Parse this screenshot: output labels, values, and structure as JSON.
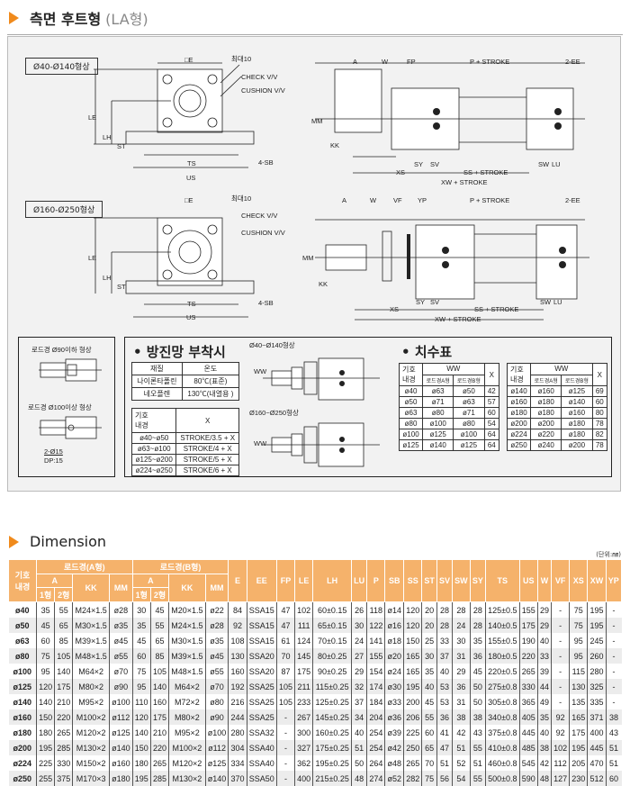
{
  "section1": {
    "title": "측면 후트형",
    "subtitle": "(LA형)"
  },
  "drawing1": {
    "tag": "Ø40-Ø140형상",
    "labels": {
      "de": "□E",
      "max10": "최대10",
      "check": "CHECK V/V",
      "cushion": "CUSHION V/V",
      "le": "LE",
      "lh": "LH",
      "st": "ST",
      "ts": "TS",
      "us": "US",
      "sb": "4-SB"
    },
    "side": {
      "a": "A",
      "w": "W",
      "fp": "FP",
      "p": "P + STROKE",
      "ee": "2-EE",
      "mm": "MM",
      "kk": "KK",
      "sy": "SY",
      "sv": "SV",
      "sw": "SW",
      "lu": "LU",
      "xs": "XS",
      "ss": "SS + STROKE",
      "xw": "XW + STROKE"
    }
  },
  "drawing2": {
    "tag": "Ø160-Ø250형상",
    "labels": {
      "de": "□E",
      "max10": "최대10",
      "check": "CHECK V/V",
      "cushion": "CUSHION V/V",
      "le": "LE",
      "lh": "LH",
      "st": "ST",
      "ts": "TS",
      "us": "US",
      "sb": "4-SB"
    },
    "side": {
      "a": "A",
      "w": "W",
      "vf": "VF",
      "yp": "YP",
      "p": "P + STROKE",
      "ee": "2-EE",
      "mm": "MM",
      "kk": "KK",
      "sy": "SY",
      "sv": "SV",
      "sw": "SW",
      "lu": "LU",
      "xs": "XS",
      "ss": "SS + STROKE",
      "xw": "XW + STROKE"
    }
  },
  "rodends": {
    "top": "로드경 Ø90이하 형상",
    "bottom": "로드경 Ø100이상 형상",
    "hole": "2-Ø15",
    "dp": "DP:15"
  },
  "boot": {
    "title": "• 방진망 부착시",
    "material_header": [
      "재질",
      "온도"
    ],
    "materials": [
      [
        "나이론타폴린",
        "80℃(표준)"
      ],
      [
        "네오플렌",
        "130℃(내열용 )"
      ]
    ],
    "x_header": {
      "symbol": "기호",
      "bore": "내경",
      "x": "X"
    },
    "x_rows": [
      [
        "ø40~ø50",
        "STROKE/3.5 + X"
      ],
      [
        "ø63~ø100",
        "STROKE/4 + X"
      ],
      [
        "ø125~ø200",
        "STROKE/5 + X"
      ],
      [
        "ø224~ø250",
        "STROKE/6 + X"
      ]
    ],
    "fig1": "Ø40~Ø140형상",
    "fig2": "Ø160~Ø250형상",
    "ww": "WW",
    "x": "X"
  },
  "sizes": {
    "title": "• 치수표",
    "header": {
      "symbol": "기호",
      "bore": "내경",
      "ww": "WW",
      "a": "로드경A형",
      "b": "로드경B형",
      "x": "X"
    },
    "left": [
      [
        "ø40",
        "ø63",
        "ø50",
        "42"
      ],
      [
        "ø50",
        "ø71",
        "ø63",
        "57"
      ],
      [
        "ø63",
        "ø80",
        "ø71",
        "60"
      ],
      [
        "ø80",
        "ø100",
        "ø80",
        "54"
      ],
      [
        "ø100",
        "ø125",
        "ø100",
        "64"
      ],
      [
        "ø125",
        "ø140",
        "ø125",
        "64"
      ]
    ],
    "right": [
      [
        "ø140",
        "ø160",
        "ø125",
        "69"
      ],
      [
        "ø160",
        "ø180",
        "ø140",
        "60"
      ],
      [
        "ø180",
        "ø180",
        "ø160",
        "80"
      ],
      [
        "ø200",
        "ø200",
        "ø180",
        "78"
      ],
      [
        "ø224",
        "ø220",
        "ø180",
        "82"
      ],
      [
        "ø250",
        "ø240",
        "ø200",
        "78"
      ]
    ]
  },
  "section2": {
    "title": "Dimension",
    "unit": "(단위:㎜)"
  },
  "dimension": {
    "corner": {
      "symbol": "기호",
      "bore": "내경"
    },
    "groupA": "로드경(A형)",
    "groupB": "로드경(B형)",
    "sub": {
      "a": "A",
      "t1": "1형",
      "t2": "2형",
      "kk": "KK",
      "mm": "MM"
    },
    "cols": [
      "E",
      "EE",
      "FP",
      "LE",
      "LH",
      "LU",
      "P",
      "SB",
      "SS",
      "ST",
      "SV",
      "SW",
      "SY",
      "TS",
      "US",
      "W",
      "VF",
      "XS",
      "XW",
      "YP"
    ],
    "rows": [
      [
        "ø40",
        "35",
        "55",
        "M24×1.5",
        "ø28",
        "30",
        "45",
        "M20×1.5",
        "ø22",
        "84",
        "SSA15",
        "47",
        "102",
        "60±0.15",
        "26",
        "118",
        "ø14",
        "120",
        "20",
        "28",
        "28",
        "28",
        "125±0.5",
        "155",
        "29",
        "-",
        "75",
        "195",
        "-"
      ],
      [
        "ø50",
        "45",
        "65",
        "M30×1.5",
        "ø35",
        "35",
        "55",
        "M24×1.5",
        "ø28",
        "92",
        "SSA15",
        "47",
        "111",
        "65±0.15",
        "30",
        "122",
        "ø16",
        "120",
        "20",
        "28",
        "24",
        "28",
        "140±0.5",
        "175",
        "29",
        "-",
        "75",
        "195",
        "-"
      ],
      [
        "ø63",
        "60",
        "85",
        "M39×1.5",
        "ø45",
        "45",
        "65",
        "M30×1.5",
        "ø35",
        "108",
        "SSA15",
        "61",
        "124",
        "70±0.15",
        "24",
        "141",
        "ø18",
        "150",
        "25",
        "33",
        "30",
        "35",
        "155±0.5",
        "190",
        "40",
        "-",
        "95",
        "245",
        "-"
      ],
      [
        "ø80",
        "75",
        "105",
        "M48×1.5",
        "ø55",
        "60",
        "85",
        "M39×1.5",
        "ø45",
        "130",
        "SSA20",
        "70",
        "145",
        "80±0.25",
        "27",
        "155",
        "ø20",
        "165",
        "30",
        "37",
        "31",
        "36",
        "180±0.5",
        "220",
        "33",
        "-",
        "95",
        "260",
        "-"
      ],
      [
        "ø100",
        "95",
        "140",
        "M64×2",
        "ø70",
        "75",
        "105",
        "M48×1.5",
        "ø55",
        "160",
        "SSA20",
        "87",
        "175",
        "90±0.25",
        "29",
        "154",
        "ø24",
        "165",
        "35",
        "40",
        "29",
        "45",
        "220±0.5",
        "265",
        "39",
        "-",
        "115",
        "280",
        "-"
      ],
      [
        "ø125",
        "120",
        "175",
        "M80×2",
        "ø90",
        "95",
        "140",
        "M64×2",
        "ø70",
        "192",
        "SSA25",
        "105",
        "211",
        "115±0.25",
        "32",
        "174",
        "ø30",
        "195",
        "40",
        "53",
        "36",
        "50",
        "275±0.8",
        "330",
        "44",
        "-",
        "130",
        "325",
        "-"
      ],
      [
        "ø140",
        "140",
        "210",
        "M95×2",
        "ø100",
        "110",
        "160",
        "M72×2",
        "ø80",
        "216",
        "SSA25",
        "105",
        "233",
        "125±0.25",
        "37",
        "184",
        "ø33",
        "200",
        "45",
        "53",
        "31",
        "50",
        "305±0.8",
        "365",
        "49",
        "-",
        "135",
        "335",
        "-"
      ],
      [
        "ø160",
        "150",
        "220",
        "M100×2",
        "ø112",
        "120",
        "175",
        "M80×2",
        "ø90",
        "244",
        "SSA25",
        "-",
        "267",
        "145±0.25",
        "34",
        "204",
        "ø36",
        "206",
        "55",
        "36",
        "38",
        "38",
        "340±0.8",
        "405",
        "35",
        "92",
        "165",
        "371",
        "38"
      ],
      [
        "ø180",
        "180",
        "265",
        "M120×2",
        "ø125",
        "140",
        "210",
        "M95×2",
        "ø100",
        "280",
        "SSA32",
        "-",
        "300",
        "160±0.25",
        "40",
        "254",
        "ø39",
        "225",
        "60",
        "41",
        "42",
        "43",
        "375±0.8",
        "445",
        "40",
        "92",
        "175",
        "400",
        "43"
      ],
      [
        "ø200",
        "195",
        "285",
        "M130×2",
        "ø140",
        "150",
        "220",
        "M100×2",
        "ø112",
        "304",
        "SSA40",
        "-",
        "327",
        "175±0.25",
        "51",
        "254",
        "ø42",
        "250",
        "65",
        "47",
        "51",
        "55",
        "410±0.8",
        "485",
        "38",
        "102",
        "195",
        "445",
        "51"
      ],
      [
        "ø224",
        "225",
        "330",
        "M150×2",
        "ø160",
        "180",
        "265",
        "M120×2",
        "ø125",
        "334",
        "SSA40",
        "-",
        "362",
        "195±0.25",
        "50",
        "264",
        "ø48",
        "265",
        "70",
        "51",
        "52",
        "51",
        "460±0.8",
        "545",
        "42",
        "112",
        "205",
        "470",
        "51"
      ],
      [
        "ø250",
        "255",
        "375",
        "M170×3",
        "ø180",
        "195",
        "285",
        "M130×2",
        "ø140",
        "370",
        "SSA50",
        "-",
        "400",
        "215±0.25",
        "48",
        "274",
        "ø52",
        "282",
        "75",
        "56",
        "54",
        "55",
        "500±0.8",
        "590",
        "48",
        "127",
        "230",
        "512",
        "60"
      ]
    ]
  }
}
